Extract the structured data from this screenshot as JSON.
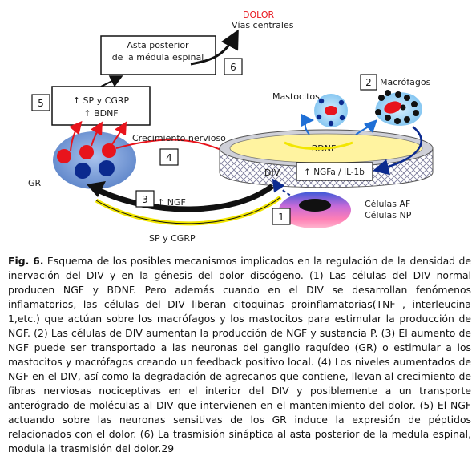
{
  "diagram": {
    "dolor": "DOLOR",
    "vias_centrales": "Vías centrales",
    "asta_line1": "Asta posterior",
    "asta_line2": "de la médula espinal",
    "step6": "6",
    "step5": "5",
    "sp_cgrp_up": "↑ SP y CGRP",
    "bdnf_up": "↑ BDNF",
    "step2": "2",
    "macrofagos": "Macrófagos",
    "mastocitos": "Mastocitos",
    "crecimiento": "Crecimiento nervioso",
    "step4": "4",
    "bdnf": "BDNF",
    "gr": "GR",
    "div": "DIV",
    "ngfa_il1b": "↑ NGFa / IL-1b",
    "step3": "3",
    "ngf_up": "↑ NGF",
    "step1": "1",
    "celulas_af": "Células AF",
    "celulas_np": "Células NP",
    "sp_cgrp": "SP y CGRP"
  },
  "caption": {
    "fig_label": "Fig. 6.",
    "text": " Esquema de los posibles mecanismos implicados en la regulación de la densidad de inervación del DIV y en la génesis del dolor discógeno. (1) Las células del DIV normal producen NGF y BDNF. Pero además cuando en el DIV se desarrollan fenómenos inflamatorios, las células del DIV liberan citoquinas proinflamatorias(TNF , interleucina 1,etc.) que actúan sobre los macrófagos y los mastocitos para estimular la producción de NGF. (2) Las células de DIV aumentan la producción de NGF y sustancia P. (3) El aumento de NGF puede ser transportado a las neuronas del ganglio raquídeo (GR) o estimular a los mastocitos y macrófagos creando un feedback positivo local. (4) Los niveles aumentados de NGF en el DIV, así como la degradación de agrecanos que contiene, llevan al crecimiento de fibras nerviosas nociceptivas en el interior del DIV y posiblemente a un transporte anterógrado de moléculas al DIV que intervienen en el mantenimiento del dolor. (5) El NGF actuando sobre las neuronas sensitivas de los GR induce la expresión de péptidos relacionados con el dolor. (6) La trasmisión sináptica al asta posterior de la medula espinal, modula la trasmisión del dolor.29"
  },
  "colors": {
    "red": "#e8141c",
    "navy": "#0b2a8f",
    "blue_arrow": "#1f6fd6",
    "yellow": "#f2e600",
    "disc_yellow": "#fff3a0",
    "ganglion_blue": "#6d97d6"
  }
}
